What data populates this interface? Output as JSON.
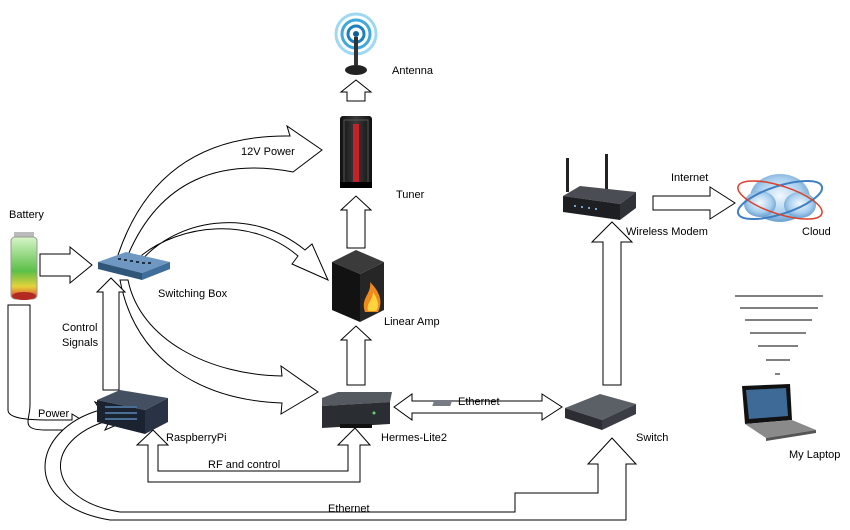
{
  "nodes": {
    "antenna": "Antenna",
    "tuner": "Tuner",
    "linear_amp": "Linear Amp",
    "hermes": "Hermes-Lite2",
    "switching_box": "Switching Box",
    "raspberrypi": "RaspberryPi",
    "battery": "Battery",
    "switch": "Switch",
    "wireless_modem": "Wireless Modem",
    "cloud": "Cloud",
    "laptop": "My Laptop"
  },
  "edges": {
    "twelve_v": "12V Power",
    "control": [
      "Control",
      "Signals"
    ],
    "power": "Power",
    "rf_control": "RF and control",
    "ethernet_top": "Ethernet",
    "ethernet_bottom": "Ethernet",
    "internet": "Internet"
  },
  "colors": {
    "router_dark": "#2b2d33",
    "switching_blue": "#3f6e9a",
    "cloud_blue": "#6aa8d8",
    "flame": "#f08a1c",
    "battery_green": "#49b04a",
    "battery_red": "#d9352b"
  },
  "icons": {
    "antenna": "wifi-antenna-icon",
    "tuner": "tuner-tower-icon",
    "linear_amp": "amplifier-flame-icon",
    "hermes": "radio-box-icon",
    "switching_box": "network-hub-icon",
    "raspberrypi": "server-icon",
    "battery": "battery-icon",
    "switch": "network-switch-icon",
    "wireless_modem": "wifi-router-icon",
    "cloud": "cloud-globe-icon",
    "laptop": "laptop-icon"
  }
}
